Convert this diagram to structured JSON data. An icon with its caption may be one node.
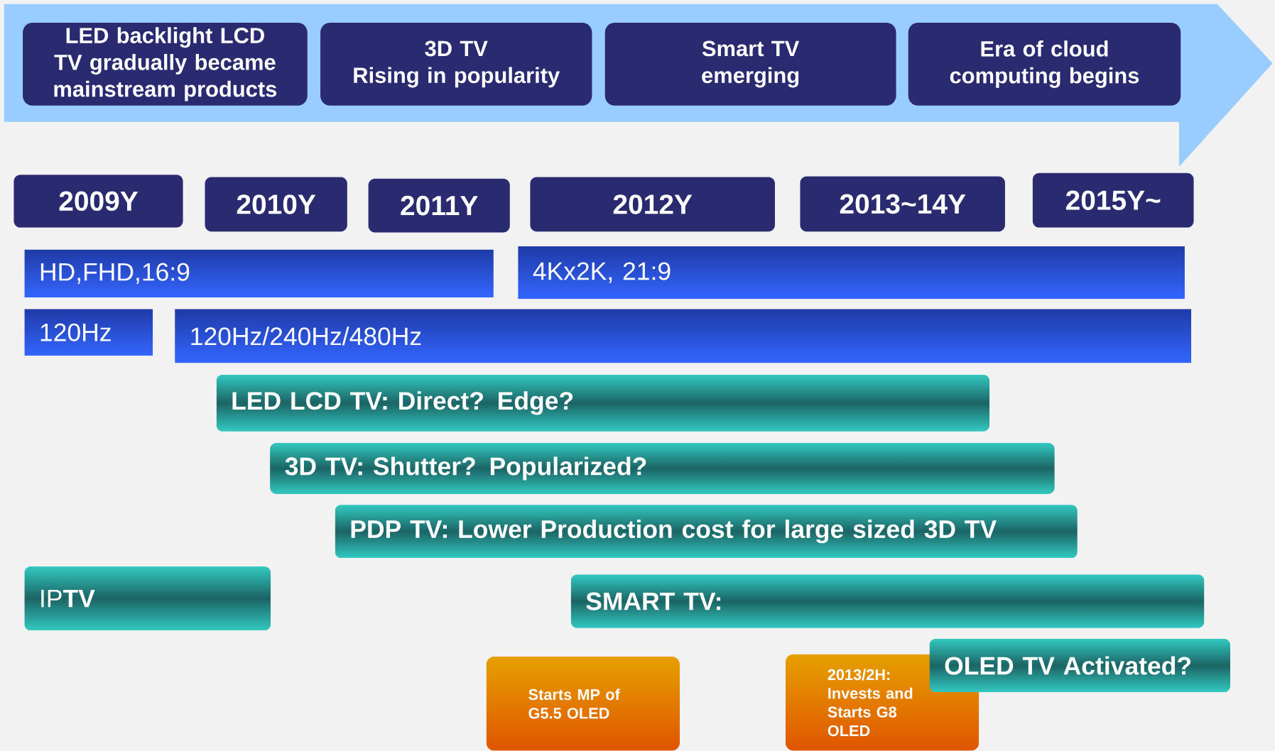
{
  "diagram": {
    "nodes": [
      {
        "text": [
          "LED backlight LCD TV gradually became mainstream products"
        ]
      },
      {
        "text": [
          "3D TV",
          "Rising in popularity"
        ]
      },
      {
        "text": [
          "Smart TV emerging"
        ]
      },
      {
        "text": [
          "Era of cloud computing begins"
        ]
      },
      {
        "text": [
          "2009Y"
        ]
      },
      {
        "text": [
          "2010Y"
        ]
      },
      {
        "text": [
          "2011Y"
        ]
      },
      {
        "text": [
          "2012Y"
        ]
      },
      {
        "text": [
          "2013~14Y"
        ]
      },
      {
        "text": [
          "2015Y~"
        ]
      },
      {
        "text": [
          "HD,FHD,16:9"
        ]
      },
      {
        "text": [
          "4Kx2K, 21:9"
        ]
      },
      {
        "text": [
          "120Hz"
        ]
      },
      {
        "text": [
          "120Hz/240Hz/480Hz"
        ]
      },
      {
        "text": [
          "LED LCD TV: Direct? Edge?"
        ]
      },
      {
        "text": [
          "3D TV: Shutter? Popularized?"
        ]
      },
      {
        "text": [
          "PDP TV: Lower Production cost for large sized 3D TV"
        ]
      },
      {
        "text": [
          "IP**TV**"
        ]
      },
      {
        "text": [
          "SMART TV:"
        ]
      },
      {
        "text": [
          "Starts MP of G5.5 OLED"
        ]
      },
      {
        "text": [
          "2013/2H: Invests and Starts G8 OLED"
        ]
      },
      {
        "text": [
          "OLED TV Activated?"
        ]
      }
    ]
  }
}
